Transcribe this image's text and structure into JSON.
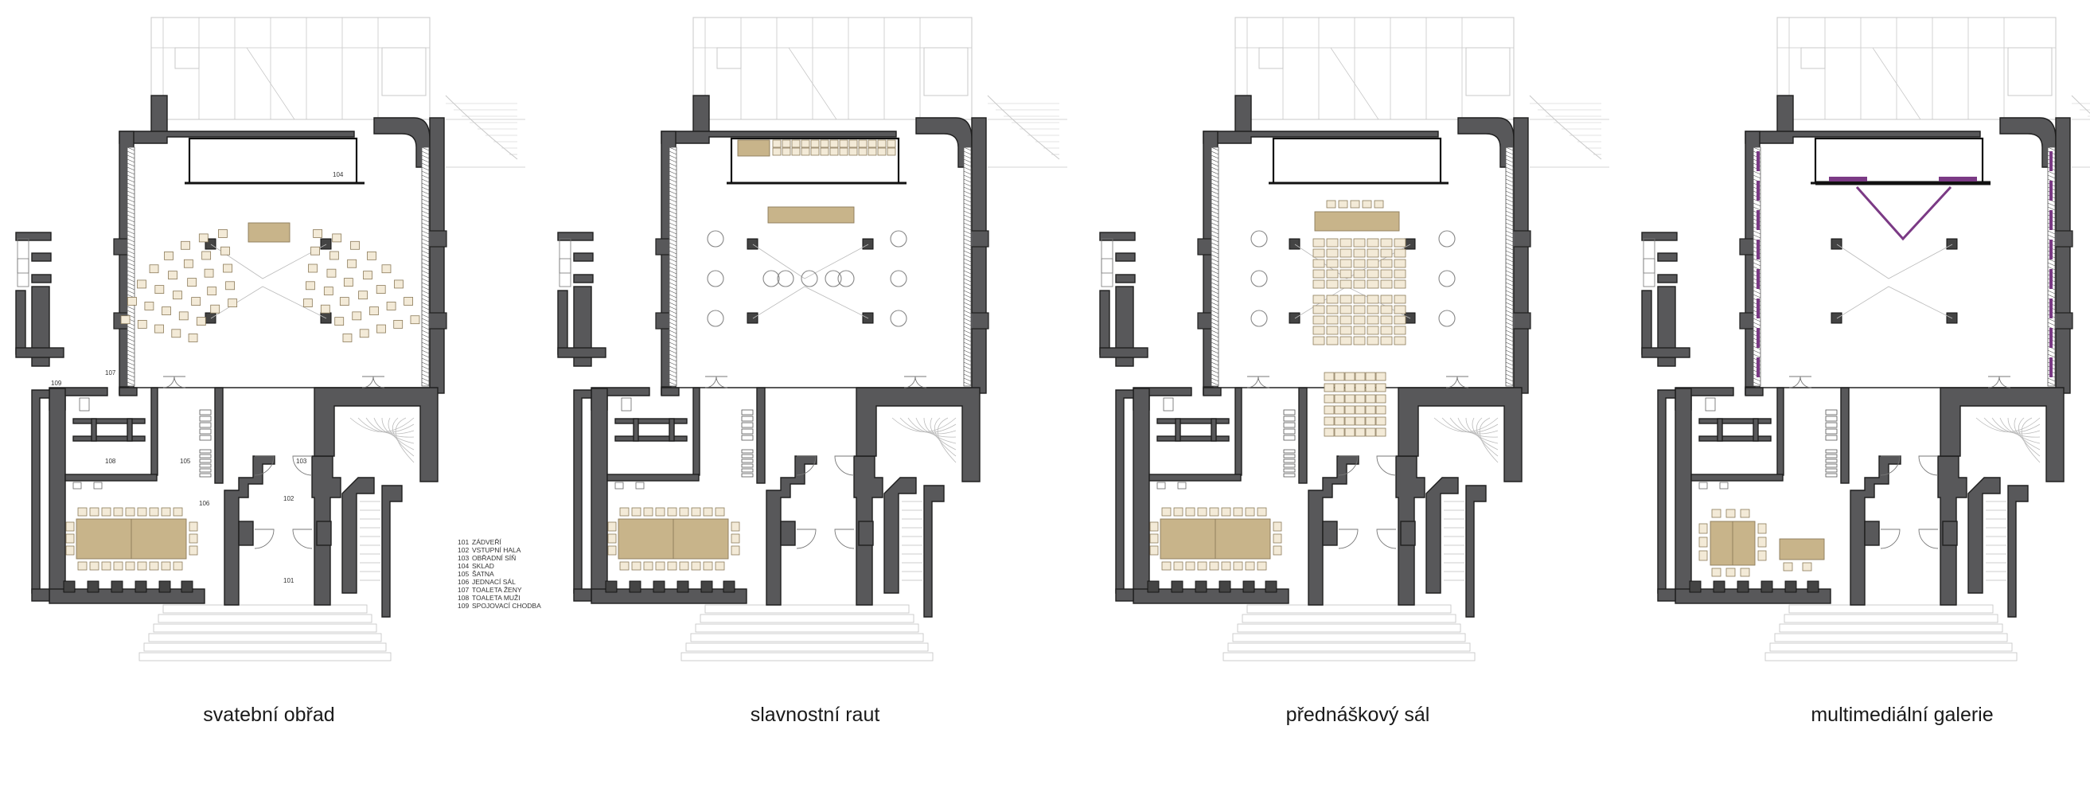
{
  "plans": [
    {
      "caption": "svatební obřad",
      "variant": "wedding"
    },
    {
      "caption": "slavnostní raut",
      "variant": "reception"
    },
    {
      "caption": "přednáškový sál",
      "variant": "lecture"
    },
    {
      "caption": "multimediální galerie",
      "variant": "gallery"
    }
  ],
  "room_labels": {
    "r104": "104",
    "r107": "107",
    "r108": "108",
    "r109": "109",
    "r105": "105",
    "r106": "106",
    "r103": "103",
    "r102": "102",
    "r101": "101"
  },
  "legend": [
    {
      "num": "101",
      "name": "ZÁDVEŘÍ"
    },
    {
      "num": "102",
      "name": "VSTUPNÍ HALA"
    },
    {
      "num": "103",
      "name": "OBŘADNÍ SÍŇ"
    },
    {
      "num": "104",
      "name": "SKLAD"
    },
    {
      "num": "105",
      "name": "ŠATNA"
    },
    {
      "num": "106",
      "name": "JEDNACÍ SÁL"
    },
    {
      "num": "107",
      "name": "TOALETA ŽENY"
    },
    {
      "num": "108",
      "name": "TOALETA MUŽI"
    },
    {
      "num": "109",
      "name": "SPOJOVACÍ CHODBA"
    }
  ],
  "colors": {
    "wall": "#58585a",
    "furniture": "#c8b48a",
    "chair": "#f3ead7",
    "gallery_accent": "#7b3a85",
    "context_lines": "#c8c8c8"
  }
}
